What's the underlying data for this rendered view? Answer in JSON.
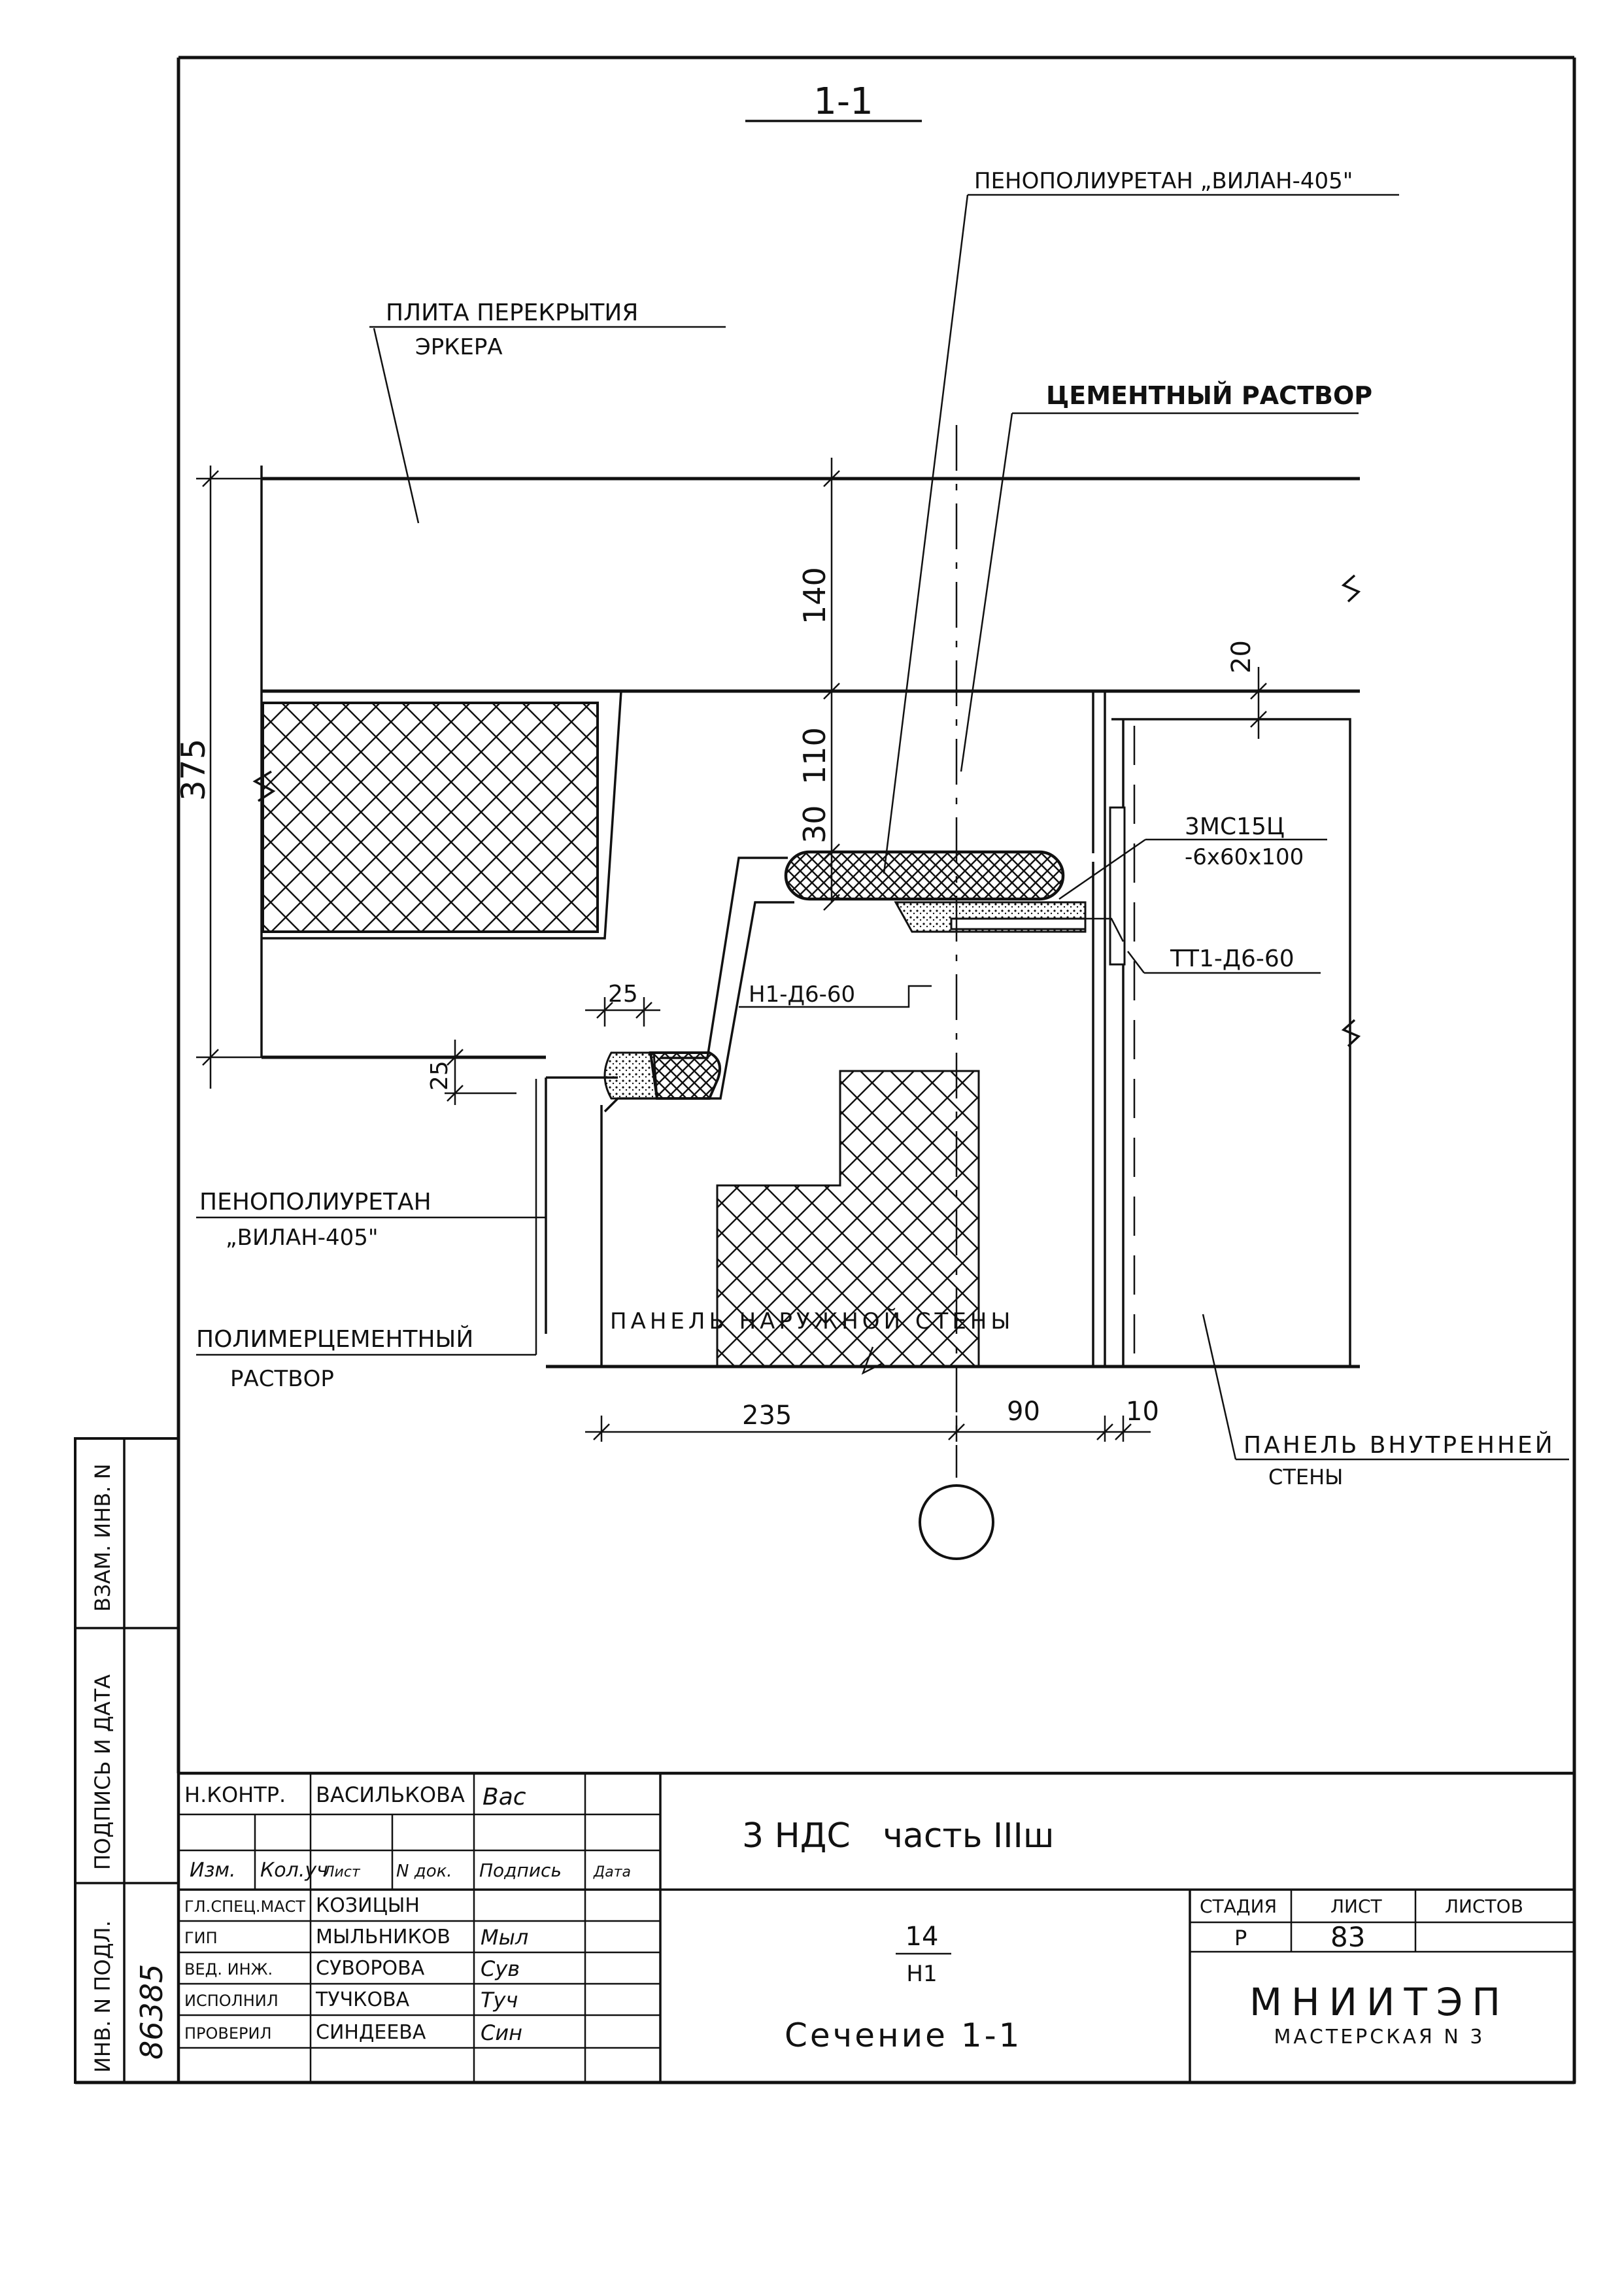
{
  "drawing": {
    "section_title": "1-1",
    "labels": {
      "foam_top": "ПЕНОПОЛИУРЕТАН „ВИЛАН-405\"",
      "slab_line1": "ПЛИТА ПЕРЕКРЫТИЯ",
      "slab_line2": "ЭРКЕРА",
      "cement_mortar": "ЦЕМЕНТНЫЙ РАСТВОР",
      "foam_bottom_line1": "ПЕНОПОЛИУРЕТАН",
      "foam_bottom_line2": "„ВИЛАН-405\"",
      "polymer_line1": "ПОЛИМЕРЦЕМЕНТНЫЙ",
      "polymer_line2": "РАСТВОР",
      "outer_panel": "ПАНЕЛЬ НАРУЖНОЙ СТЕНЫ",
      "inner_panel_line1": "ПАНЕЛЬ ВНУТРЕННЕЙ",
      "inner_panel_line2": "СТЕНЫ",
      "mark1_line1": "3МС15Ц",
      "mark1_line2": "-6х60х100",
      "mark2": "ТТ1-Д6-60",
      "mark3": "Н1-Д6-60"
    },
    "dimensions": {
      "d375": "375",
      "d140": "140",
      "d110": "110",
      "d30": "30",
      "d20": "20",
      "d25_top": "25",
      "d25_side": "25",
      "d235": "235",
      "d90": "90",
      "d10": "10"
    }
  },
  "side_stamp": {
    "row1": "ВЗАМ. ИНВ. N",
    "row2": "ПОДПИСЬ И ДАТА",
    "row3": "ИНВ. N ПОДЛ.",
    "inv_number": "86385"
  },
  "title_block": {
    "header_cols": [
      "Изм.",
      "Кол.уч",
      "Лист",
      "N док.",
      "Подпись",
      "Дата"
    ],
    "people": [
      {
        "role": "Н.КОНТР.",
        "name": "ВАСИЛЬКОВА",
        "sign": "Вас"
      },
      {
        "role": "ГЛ.СПЕЦ.МАСТ",
        "name": "КОЗИЦЫН",
        "sign": ""
      },
      {
        "role": "ГИП",
        "name": "МЫЛЬНИКОВ",
        "sign": "Мыл"
      },
      {
        "role": "ВЕД. ИНЖ.",
        "name": "СУВОРОВА",
        "sign": "Сув"
      },
      {
        "role": "ИСПОЛНИЛ",
        "name": "ТУЧКОВА",
        "sign": "Туч"
      },
      {
        "role": "ПРОВЕРИЛ",
        "name": "СИНДЕЕВА",
        "sign": "Син"
      }
    ],
    "project": "3 НДС   часть IIIш",
    "sheet_code_top": "14",
    "sheet_code_bottom": "Н1",
    "sheet_name": "Сечение 1-1",
    "stage_label": "СТАДИЯ",
    "sheet_label": "ЛИСТ",
    "sheets_label": "ЛИСТОВ",
    "stage": "Р",
    "sheet": "83",
    "sheets": "",
    "org_name": "МНИИТЭП",
    "org_unit": "МАСТЕРСКАЯ N 3"
  }
}
